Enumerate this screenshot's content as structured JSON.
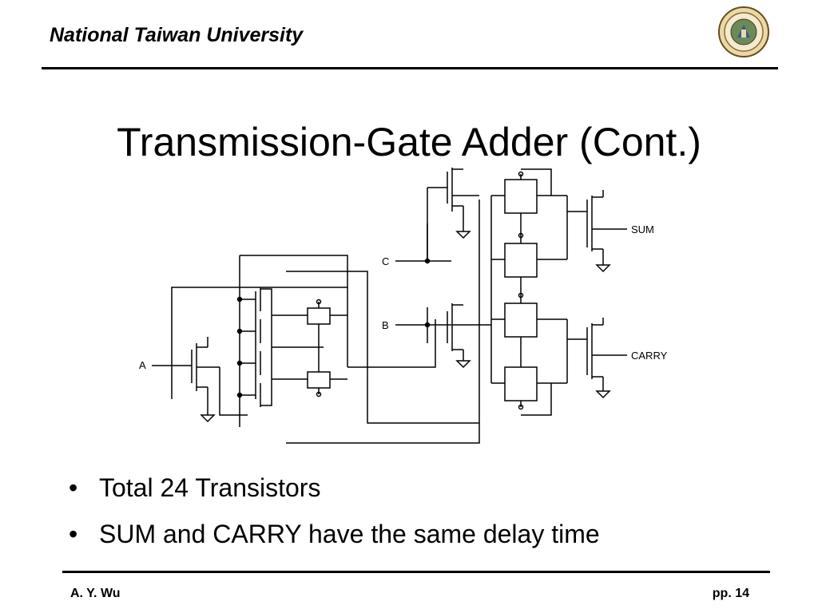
{
  "header": {
    "institution": "National Taiwan University"
  },
  "slide": {
    "title": "Transmission-Gate Adder (Cont.)",
    "bullets": [
      "Total 24 Transistors",
      "SUM and CARRY have the same delay time"
    ]
  },
  "diagram": {
    "inputs": {
      "a": "A",
      "b": "B",
      "c": "C"
    },
    "outputs": {
      "sum": "SUM",
      "carry": "CARRY"
    }
  },
  "footer": {
    "author": "A. Y. Wu",
    "page": "pp. 14"
  }
}
